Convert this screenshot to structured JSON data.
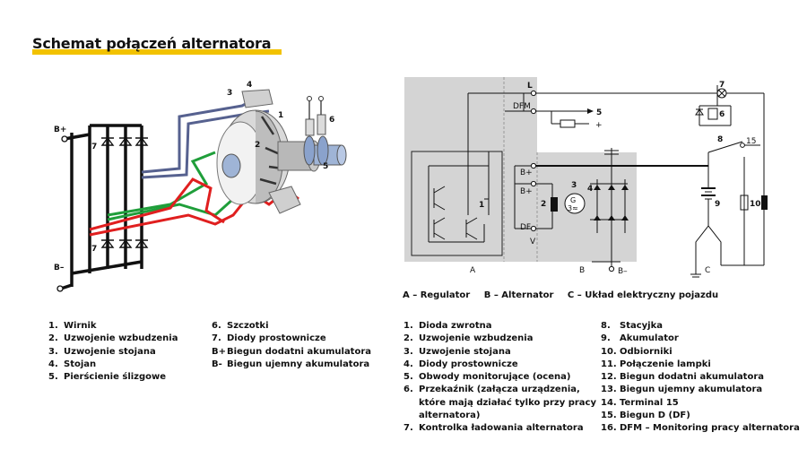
{
  "title": "Schemat połączeń alternatora",
  "colors": {
    "accent": "#f2c200",
    "shade": "#d4d4d4",
    "wire_blue": "#56618f",
    "wire_green": "#1f9e3a",
    "wire_red": "#e01f1f"
  },
  "left_diagram": {
    "labels": {
      "bplus": "B+",
      "bminus": "B–",
      "n1": "1",
      "n2": "2",
      "n3": "3",
      "n4": "4",
      "n5": "5",
      "n6": "6",
      "n7a": "7",
      "n7b": "7"
    }
  },
  "right_diagram": {
    "labels": {
      "L": "L",
      "DFM": "DFM",
      "n5": "5",
      "plus": "+",
      "Bplus1": "B+",
      "Bplus2": "B+",
      "DF": "DF",
      "V": "V",
      "Bminus": "B–",
      "n1": "1",
      "n2": "2",
      "n3": "3",
      "n4": "4",
      "G": "G",
      "G3": "3≈",
      "n6": "6",
      "n7": "7",
      "n8": "8",
      "n15": "15",
      "n9": "9",
      "n10": "10",
      "A": "A",
      "B": "B",
      "C": "C"
    },
    "caption": [
      "A – Regulator",
      "B – Alternator",
      "C – Układ elektryczny pojazdu"
    ]
  },
  "legend_left": {
    "col1": [
      {
        "num": "1.",
        "text": "Wirnik"
      },
      {
        "num": "2.",
        "text": "Uzwojenie wzbudzenia"
      },
      {
        "num": "3.",
        "text": "Uzwojenie stojana"
      },
      {
        "num": "4.",
        "text": "Stojan"
      },
      {
        "num": "5.",
        "text": "Pierścienie ślizgowe"
      }
    ],
    "col2": [
      {
        "num": "6.",
        "text": "Szczotki"
      },
      {
        "num": "7.",
        "text": "Diody prostownicze"
      },
      {
        "num": "B+",
        "text": "Biegun dodatni akumulatora"
      },
      {
        "num": "B-",
        "text": "Biegun ujemny akumulatora"
      }
    ]
  },
  "legend_right": {
    "col1": [
      {
        "num": "1.",
        "text": "Dioda zwrotna"
      },
      {
        "num": "2.",
        "text": "Uzwojenie wzbudzenia"
      },
      {
        "num": "3.",
        "text": "Uzwojenie stojana"
      },
      {
        "num": "4.",
        "text": "Diody prostownicze"
      },
      {
        "num": "5.",
        "text": "Obwody monitorujące (ocena)"
      },
      {
        "num": "6.",
        "text": "Przekaźnik (załącza urządzenia,\nktóre mają działać tylko przy pracy\nalternatora)"
      },
      {
        "num": "7.",
        "text": "Kontrolka ładowania alternatora"
      }
    ],
    "col2": [
      {
        "num": "8.",
        "text": "Stacyjka"
      },
      {
        "num": "9.",
        "text": "Akumulator"
      },
      {
        "num": "10.",
        "text": "Odbiorniki"
      },
      {
        "num": "11.",
        "text": "Połączenie lampki"
      },
      {
        "num": "12.",
        "text": "Biegun dodatni akumulatora"
      },
      {
        "num": "13.",
        "text": "Biegun ujemny akumulatora"
      },
      {
        "num": "14.",
        "text": "Terminal 15"
      },
      {
        "num": "15.",
        "text": "Biegun D (DF)"
      },
      {
        "num": "16.",
        "text": "DFM – Monitoring pracy alternatora"
      }
    ]
  }
}
